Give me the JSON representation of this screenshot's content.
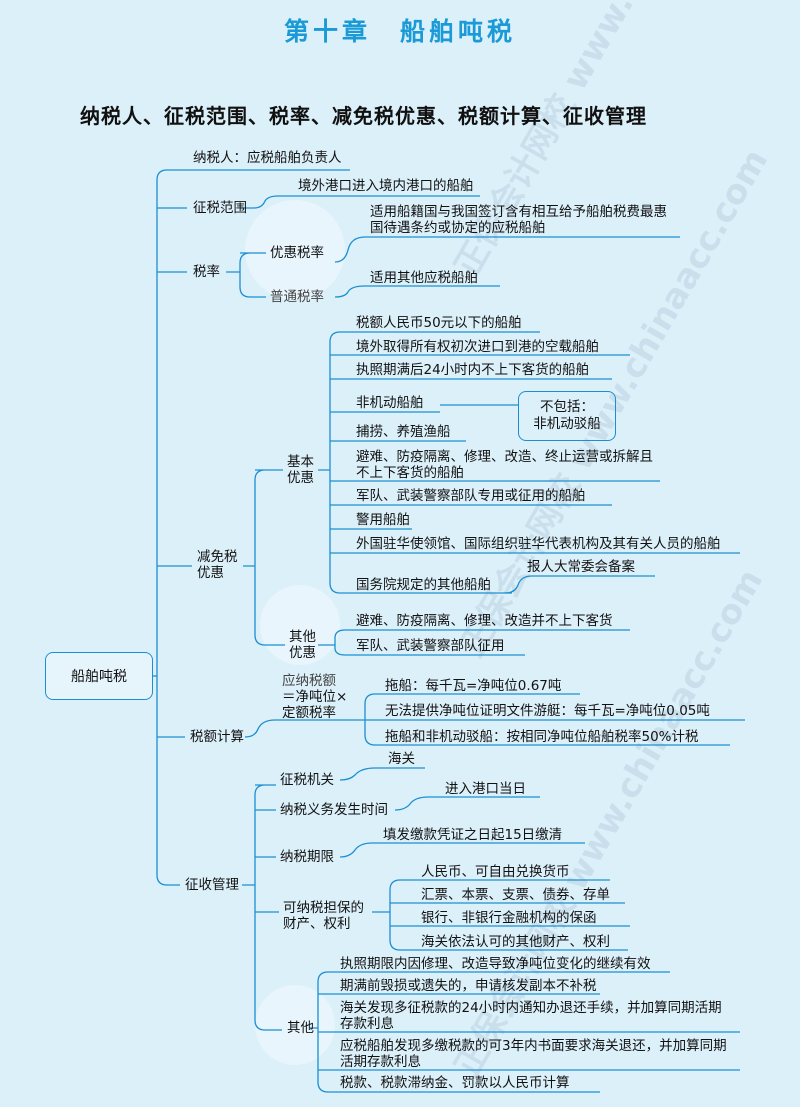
{
  "title": "第十章　船舶吨税",
  "subtitle": "纳税人、征税范围、税率、减免税优惠、税额计算、征收管理",
  "watermark": "正保会计网校 www.chinaacc.com",
  "root": "船舶吨税",
  "taxpayer": "纳税人：应税船舶负责人",
  "scope": {
    "label": "征税范围",
    "item": "境外港口进入境内港口的船舶"
  },
  "rate": {
    "label": "税率",
    "preferential": {
      "label": "优惠税率",
      "desc": "适用船籍国与我国签订含有相互给予船舶税费最惠国待遇条约或协定的应税船舶"
    },
    "normal": {
      "label": "普通税率",
      "desc": "适用其他应税船舶"
    }
  },
  "exemption": {
    "label": "减免税优惠",
    "basic": {
      "label": "基本优惠",
      "items": [
        "税额人民币50元以下的船舶",
        "境外取得所有权初次进口到港的空载船舶",
        "执照期满后24小时内不上下客货的船舶",
        "非机动船舶",
        "捕捞、养殖渔船",
        "避难、防疫隔离、修理、改造、终止运营或拆解且不上下客货的船舶",
        "军队、武装警察部队专用或征用的船舶",
        "警用船舶",
        "外国驻华使领馆、国际组织驻华代表机构及其有关人员的船舶",
        "国务院规定的其他船舶"
      ],
      "callout": {
        "line1": "不包括：",
        "line2": "非机动驳船"
      },
      "note": "报人大常委会备案"
    },
    "other": {
      "label": "其他优惠",
      "items": [
        "避难、防疫隔离、修理、改造并不上下客货",
        "军队、武装警察部队征用"
      ]
    }
  },
  "calc": {
    "label": "税额计算",
    "formula": [
      "应纳税额",
      "＝净吨位×",
      "定额税率"
    ],
    "items": [
      "拖船：每千瓦=净吨位0.67吨",
      "无法提供净吨位证明文件游艇：每千瓦=净吨位0.05吨",
      "拖船和非机动驳船：按相同净吨位船舶税率50%计税"
    ]
  },
  "admin": {
    "label": "征收管理",
    "authority": {
      "label": "征税机关",
      "value": "海关"
    },
    "time": {
      "label": "纳税义务发生时间",
      "value": "进入港口当日"
    },
    "period": {
      "label": "纳税期限",
      "value": "填发缴款凭证之日起15日缴清"
    },
    "guarantee": {
      "label": "可纳税担保的财产、权利",
      "items": [
        "人民币、可自由兑换货币",
        "汇票、本票、支票、债券、存单",
        "银行、非银行金融机构的保函",
        "海关依法认可的其他财产、权利"
      ]
    },
    "other": {
      "label": "其他",
      "items": [
        "执照期限内因修理、改造导致净吨位变化的继续有效",
        "期满前毁损或遗失的，申请核发副本不补税",
        "海关发现多征税款的24小时内通知办退还手续，并加算同期活期存款利息",
        "应税船舶发现多缴税款的可3年内书面要求海关退还，并加算同期活期存款利息",
        "税款、税款滞纳金、罚款以人民币计算"
      ]
    }
  }
}
